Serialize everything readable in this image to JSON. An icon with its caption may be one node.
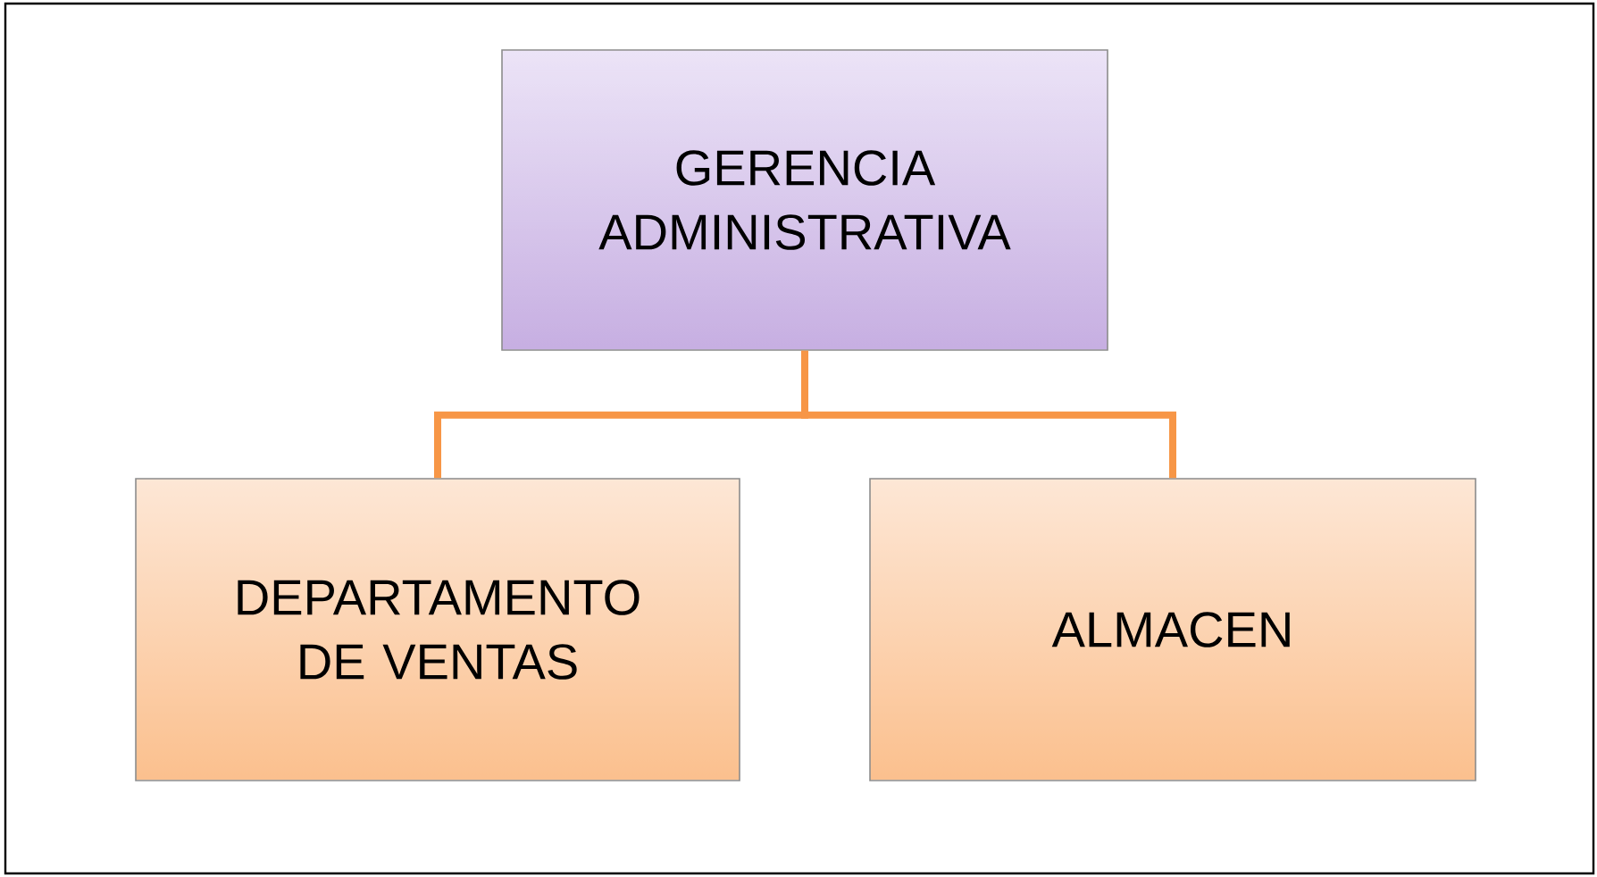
{
  "diagram": {
    "nodes": [
      {
        "text": [
          "GERENCIA ADMINISTRATIVA"
        ]
      },
      {
        "text": [
          "DEPARTAMENTO DE VENTAS"
        ]
      },
      {
        "text": [
          "ALMACEN"
        ]
      }
    ],
    "edges": [
      {
        "from": 0,
        "to": 1,
        "arrow": "none"
      },
      {
        "from": 0,
        "to": 2,
        "arrow": "none"
      }
    ]
  }
}
